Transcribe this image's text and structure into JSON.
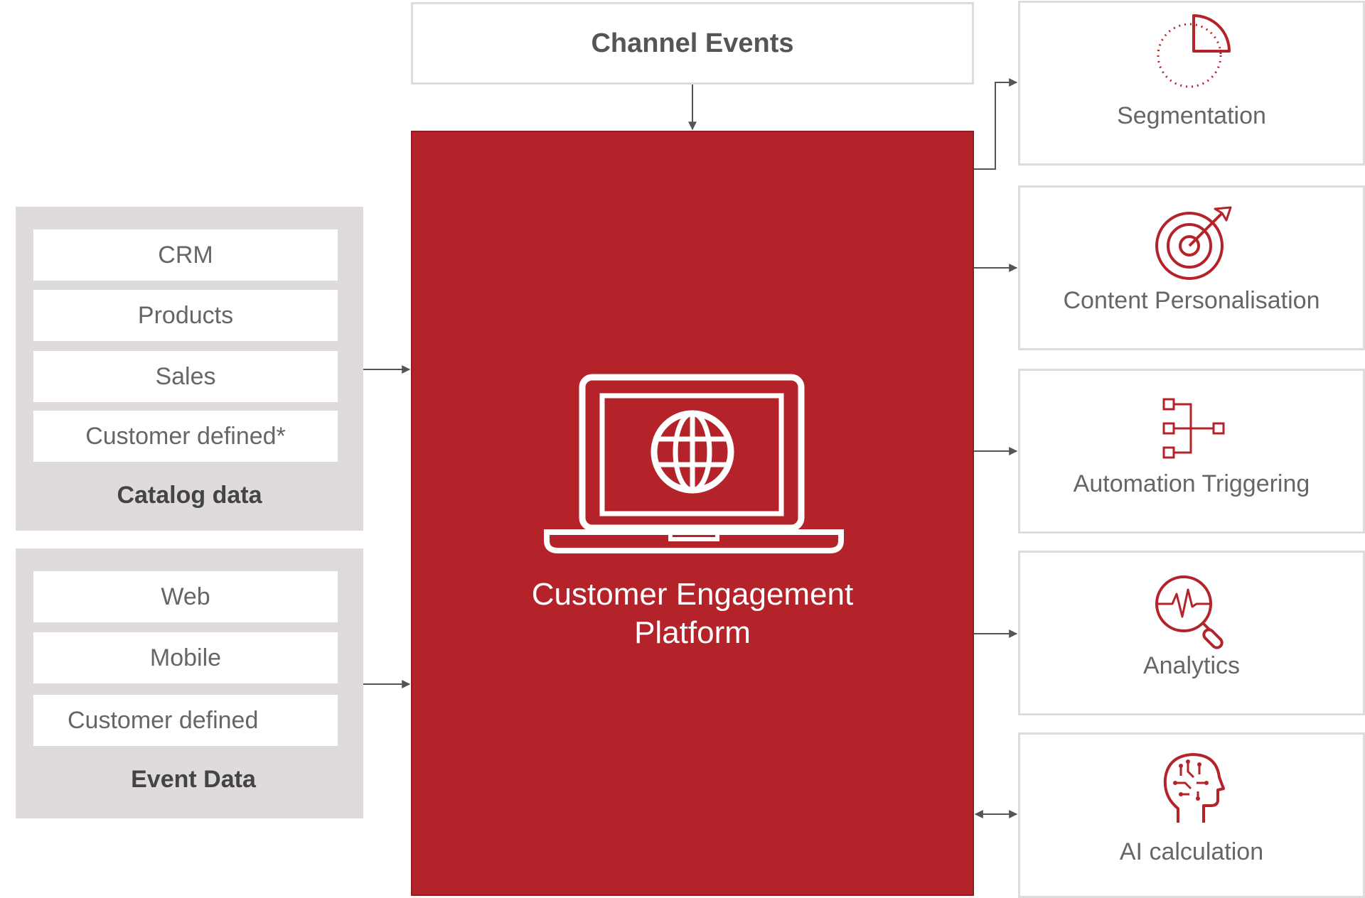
{
  "colors": {
    "brand_red": "#b5232a",
    "group_bg": "#dedbda",
    "box_border": "#dcdcdc",
    "text_gray": "#666666",
    "arrow": "#555555"
  },
  "top": {
    "label": "Channel Events"
  },
  "platform": {
    "line1": "Customer Engagement",
    "line2": "Platform",
    "icon": "laptop-globe-icon"
  },
  "catalog": {
    "items": [
      "CRM",
      "Products",
      "Sales",
      "Customer defined*"
    ],
    "label": "Catalog data"
  },
  "event": {
    "items": [
      "Web",
      "Mobile",
      "Customer defined"
    ],
    "label": "Event Data"
  },
  "outputs": [
    {
      "label": "Segmentation",
      "icon": "pie-segment-icon"
    },
    {
      "label": "Content Personalisation",
      "icon": "target-arrow-icon"
    },
    {
      "label": "Automation Triggering",
      "icon": "flow-nodes-icon"
    },
    {
      "label": "Analytics",
      "icon": "magnifier-pulse-icon"
    },
    {
      "label": "AI calculation",
      "icon": "ai-head-icon"
    }
  ]
}
